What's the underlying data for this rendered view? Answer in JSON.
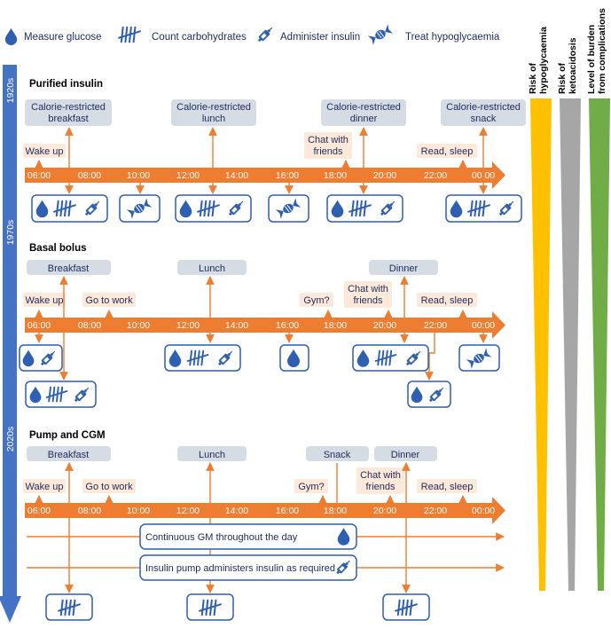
{
  "legend": {
    "measure": "Measure glucose",
    "count": "Count carbohydrates",
    "administer": "Administer insulin",
    "treat": "Treat hypoglycaemia"
  },
  "eras": [
    "1920s",
    "1970s",
    "2020s"
  ],
  "hours": [
    "06:00",
    "08:00",
    "10:00",
    "12:00",
    "14:00",
    "16:00",
    "18:00",
    "20:00",
    "22:00",
    "00:00"
  ],
  "risk": {
    "hypo_line1": "Risk of",
    "hypo_line2": "hypoglycaemia",
    "keto_line1": "Risk of",
    "keto_line2": "ketoacidosis",
    "burden_line1": "Level of burden",
    "burden_line2": "from complications",
    "colors": {
      "hypo": "#ffc000",
      "keto": "#a6a6a6",
      "burden": "#70ad47"
    }
  },
  "colors": {
    "axis": "#ed7d31",
    "accent": "#4472c4",
    "meal_box": "#d6dce4",
    "note_box": "#fde9d9"
  },
  "s1": {
    "title": "Purified insulin",
    "meal_breakfast_1": "Calorie-restricted",
    "meal_breakfast_2": "breakfast",
    "meal_lunch_1": "Calorie-restricted",
    "meal_lunch_2": "lunch",
    "meal_dinner_1": "Calorie-restricted",
    "meal_dinner_2": "dinner",
    "meal_snack_1": "Calorie-restricted",
    "meal_snack_2": "snack",
    "wake": "Wake up",
    "chat_1": "Chat with",
    "chat_2": "friends",
    "read": "Read, sleep"
  },
  "s2": {
    "title": "Basal bolus",
    "breakfast": "Breakfast",
    "lunch": "Lunch",
    "dinner": "Dinner",
    "wake": "Wake up",
    "work": "Go to work",
    "gym": "Gym?",
    "chat_1": "Chat with",
    "chat_2": "friends",
    "read": "Read, sleep"
  },
  "s3": {
    "title": "Pump and CGM",
    "breakfast": "Breakfast",
    "lunch": "Lunch",
    "snack": "Snack",
    "dinner": "Dinner",
    "wake": "Wake up",
    "work": "Go to work",
    "gym": "Gym?",
    "chat_1": "Chat with",
    "chat_2": "friends",
    "read": "Read, sleep",
    "cgm": "Continuous GM throughout the day",
    "pump": "Insulin pump administers insulin as required"
  }
}
